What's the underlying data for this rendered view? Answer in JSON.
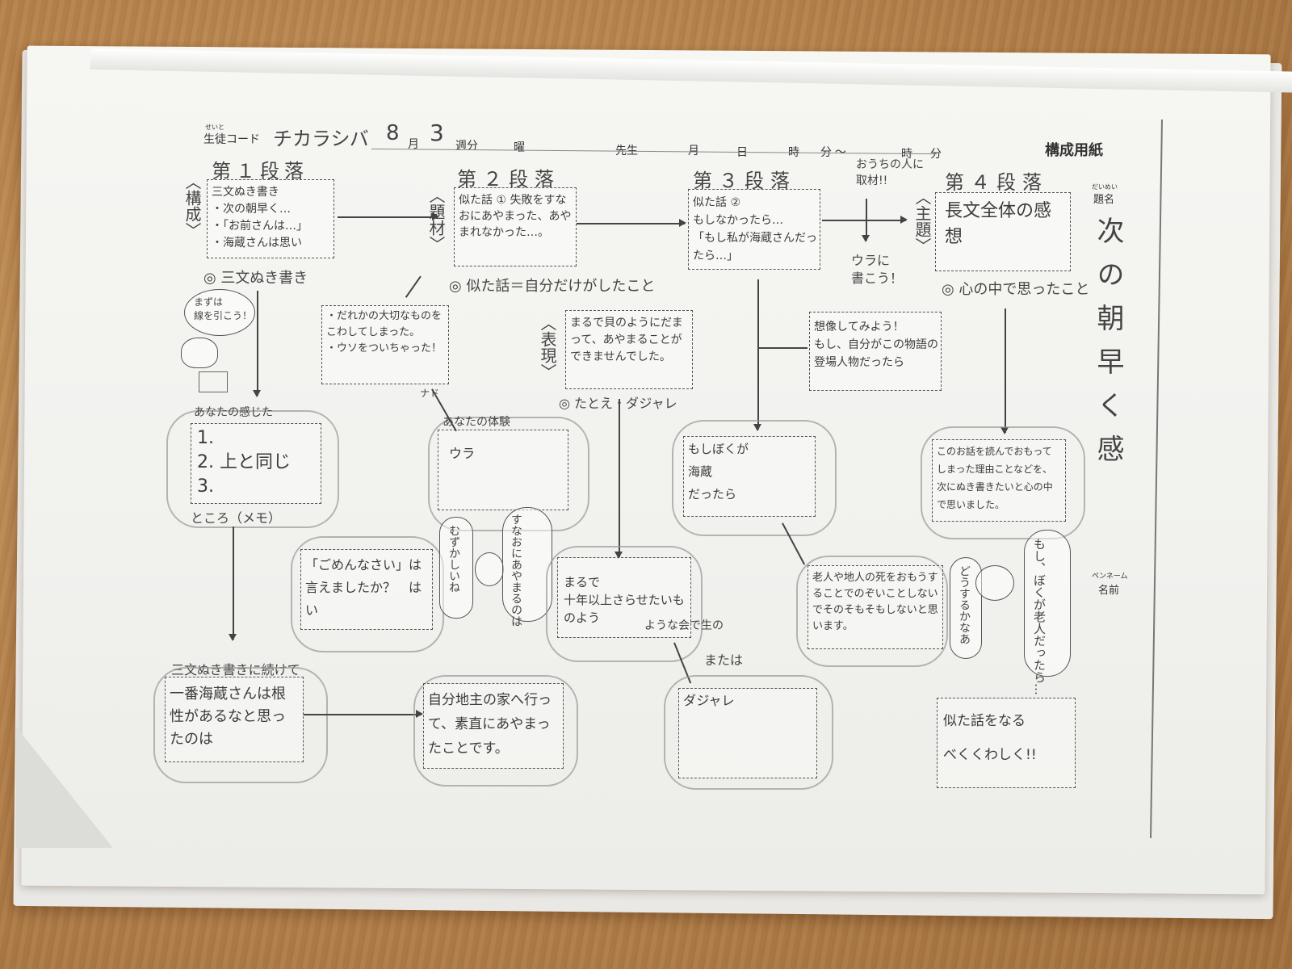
{
  "header": {
    "code_label": "生徒コード",
    "code_ruby": "せいと",
    "code_value": "チカラシバ",
    "month": "8",
    "month_label": "月",
    "week": "3",
    "week_label": "週分",
    "youbi_label": "曜",
    "teacher_label": "先生",
    "date_month_label": "月",
    "date_day_label": "日",
    "time_label1": "時",
    "min_label1": "分 ～",
    "time_label2": "時",
    "min_label2": "分",
    "form_title": "構成用紙"
  },
  "sections": {
    "p1": "第１段落",
    "p2": "第２段落",
    "p3": "第３段落",
    "p4": "第４段落"
  },
  "side_labels": {
    "kousei": "〈構成〉",
    "daizai": "〈題材〉",
    "hyougen": "〈表現〉",
    "shudai": "〈主題〉"
  },
  "boxes": {
    "p1_main": "三文ぬき書き\n・次の朝早く…\n・「お前さんは…」\n・海蔵さんは思い",
    "p2_main": "似た話 ①\n失敗をすなおにあやまった、あやまれなかった…。",
    "p3_main": "似た話 ②\nもしなかったら…\n「もし私が海蔵さんだったら…」",
    "p4_main": "長文全体の感想",
    "p2_sub": "・だれかの大切なものをこわしてしまった。\n・ウソをついちゃった！",
    "p2_hyougen": "まるで貝のようにだまって、あやまることができませんでした。",
    "p3_sub": "想像してみよう！\nもし、自分がこの物語の登場人物だったら",
    "p1_feel": "1.\n2. 上と同じ\n3.",
    "p2_exp": "ウラ",
    "p3_if": "もしぼくが\n海蔵\nだったら",
    "p4_think": "このお話を読んでおもってしまった理由ことなどを、次にぬき書きたいと心の中で思いました。",
    "gomen": "「ごめんなさい」は言えましたか？　はい",
    "marude": "まるで\n十年以上さらせたいものよう",
    "p1_follow": "一番海蔵さんは根性があるなと思ったのは",
    "p2_follow": "自分地主の家へ行って、素直にあやまったことです。",
    "dajare": "ダジャレ",
    "rounin": "老人や地人の死をおもうすることでのぞいことしないでそのそもそもしないと思います。",
    "final": "似た話をなる\nべくくわしく!!"
  },
  "notes": {
    "sanbun": "◎ 三文ぬき書き",
    "nitabanashi": "◎ 似た話＝自分だけがしたこと",
    "kokoro": "◎ 心の中で思ったこと",
    "tatoe": "◎ たとえ・ダジャレ",
    "anata_kanjita": "あなたの感じた",
    "tokoro_memo": "ところ（メモ）",
    "anata_taiken": "あなたの体験",
    "sanbun_tsuzuke": "三文ぬき書きに続けて",
    "you_na": "ような会で生の",
    "mataha": "または",
    "nado": "ナド",
    "ouchi": "おうちの人に\n取材!!",
    "ura_kakou": "ウラに\n書こう！",
    "mazuha": "まずは\n線を引こう！",
    "muzukashii": "むずかしいね",
    "sunaoni": "すなおにあやまるのは",
    "moshi_boku": "もし、ぼくが老人だったら…",
    "dousuru": "どうするかなあ"
  },
  "right_panel": {
    "daimei_label": "題名",
    "daimei_ruby": "だいめい",
    "title": "次の朝早く感",
    "penname_label": "ペンネーム",
    "name_label": "名前"
  }
}
